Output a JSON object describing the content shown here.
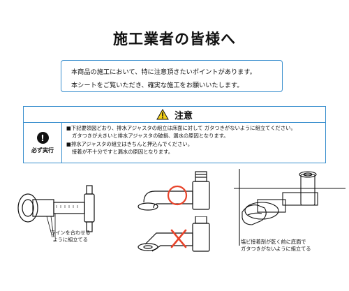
{
  "title": "施工業者の皆様へ",
  "notice": {
    "line1": "本商品の施工において、特に注意頂きたいポイントがあります。",
    "line2": "本シートをご覧いただき、確実な施工をお願いいたします。"
  },
  "warning": {
    "header": "注意",
    "side_label": "必ず実行",
    "lines": [
      "■下記要領図どおり、排水アジャスタの組立は床面に対して ガタつきがないように組立てください。",
      "ガタつきが大きいと排水アジャスタの破損、漏水の原因となります。",
      "■排水アジャスタの組立はきちんと押込んでください。",
      "接着が不十分ですと漏水の原因となります。"
    ]
  },
  "figures": {
    "left_caption": [
      "ラインを合わせる",
      "ように組立てる"
    ],
    "right_caption": [
      "塩ビ接着剤が乾く前に底面で",
      "ガタつきがないように組立てる"
    ]
  },
  "colors": {
    "frame": "#3a8fce",
    "ok_mark": "#e8432a",
    "ng_mark": "#e8432a",
    "warn_triangle": "#f5d21a"
  }
}
